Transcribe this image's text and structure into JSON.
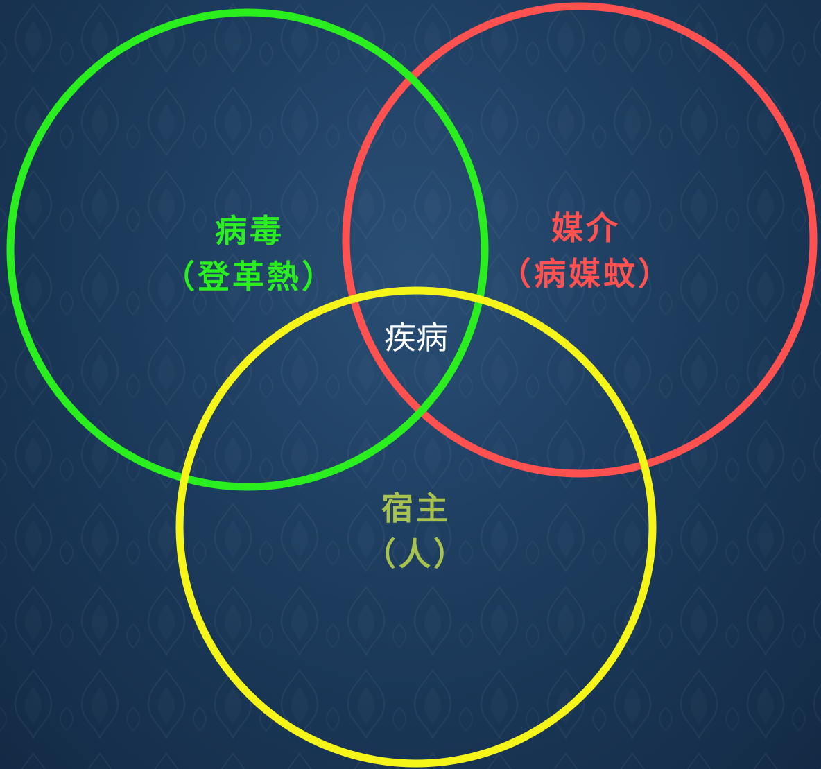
{
  "colors": {
    "virus": "#2aee1e",
    "vector": "#ff5250",
    "host": "#f6f519",
    "host_text": "#a8c24e",
    "disease_text": "#ffffff",
    "background": "#1d3c5e"
  },
  "sets": {
    "virus": {
      "line1": "病毒",
      "line2": "（登革熱）"
    },
    "vector": {
      "line1": "媒介",
      "line2": "（病媒蚊）"
    },
    "host": {
      "line1": "宿主",
      "line2": "（人）"
    }
  },
  "intersection": {
    "label": "疾病"
  }
}
